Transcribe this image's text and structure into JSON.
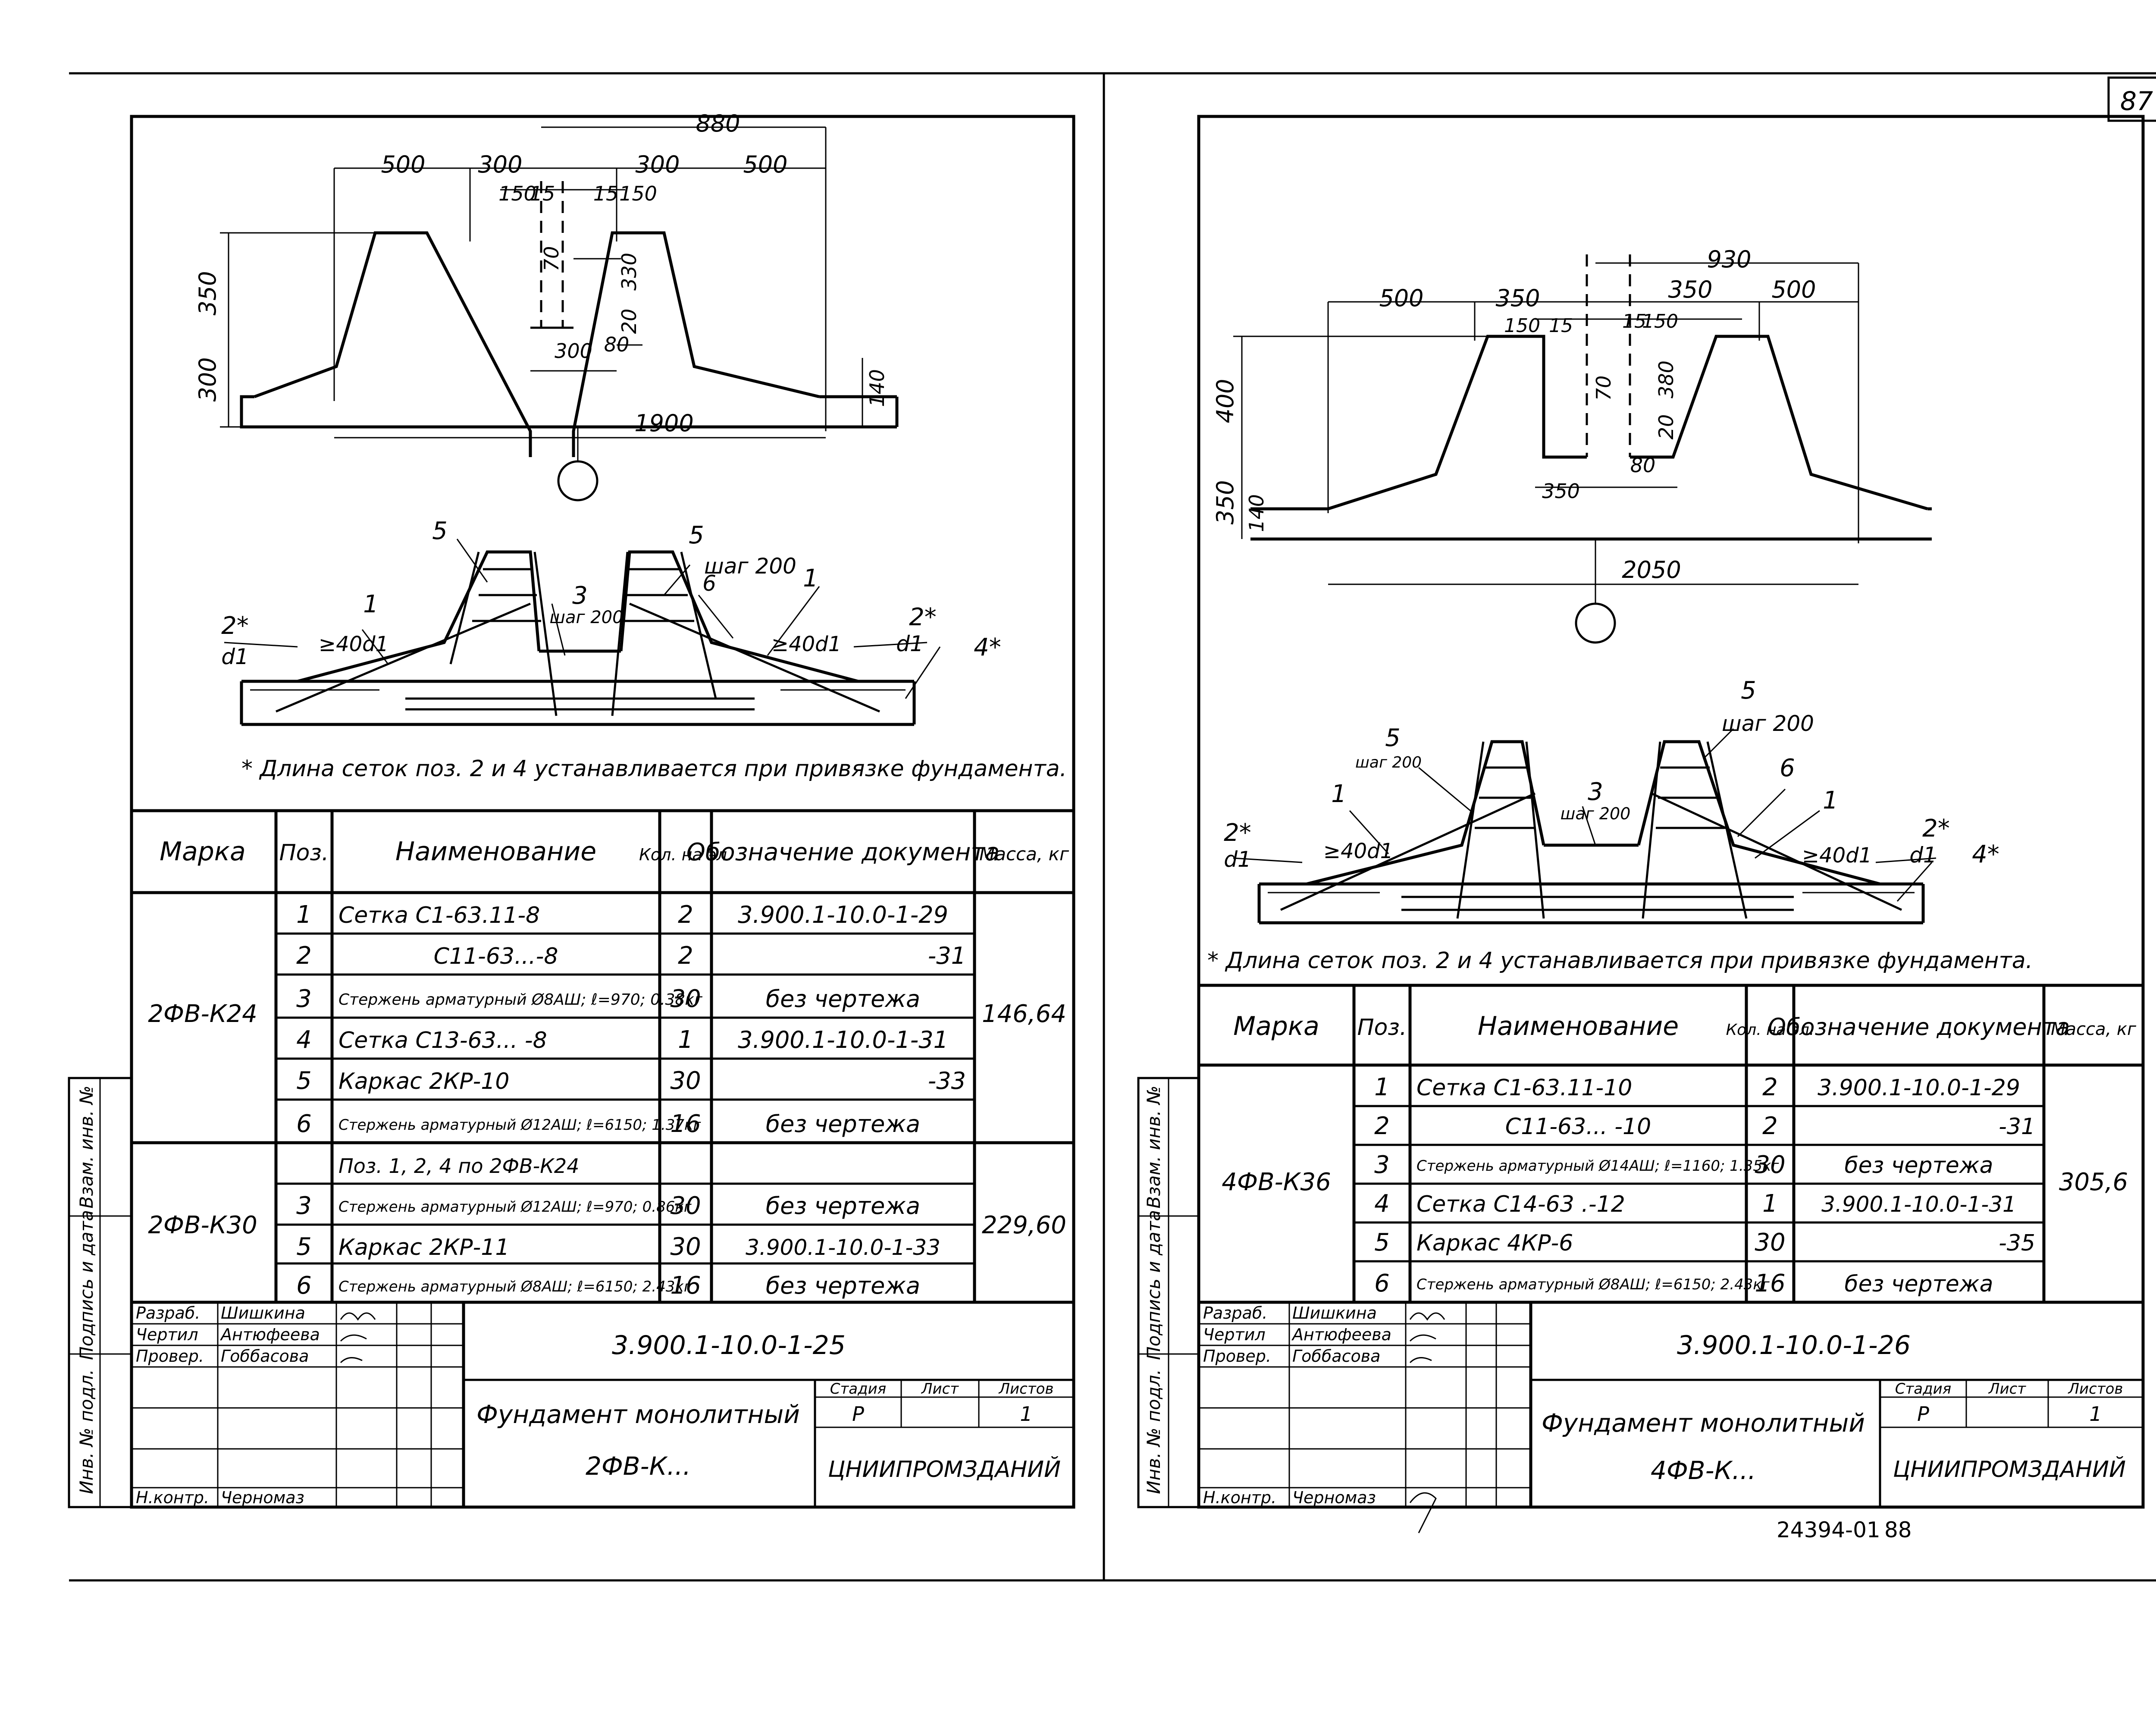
{
  "page_number": "87",
  "bottom_code": "24394-01",
  "bottom_page": "88",
  "left_sheet": {
    "dims": {
      "d880": "880",
      "d500a": "500",
      "d300a": "300",
      "d300b": "300",
      "d500b": "500",
      "d150a": "150",
      "d15a": "15",
      "d15b": "15",
      "d150b": "150",
      "d350": "350",
      "d70": "70",
      "d20": "20",
      "d330": "330",
      "d300c": "300",
      "d80": "80",
      "d300d": "300",
      "d140": "140",
      "d1900": "1900"
    },
    "rebar": {
      "p5a": "5",
      "p5b": "5",
      "p3": "3",
      "p1a": "1",
      "p1b": "1",
      "p6": "6",
      "p2a": "2*",
      "p2b": "2*",
      "p4": "4*",
      "step200a": "шаг 200",
      "step200b": "шаг 200",
      "d1a": "d1",
      "d1b": "d1",
      "lap_a": "≥40d1",
      "lap_b": "≥40d1"
    },
    "note": "* Длина сеток поз. 2 и 4 устанавливается при привязке фундамента.",
    "headers": {
      "mark": "Марка",
      "pos": "Поз.",
      "name": "Наименование",
      "qty": "Кол. на эл.",
      "doc": "Обозначение документа",
      "mass": "Масса, кг"
    },
    "rows": [
      {
        "mark": "2ФВ-К24",
        "pos": "1",
        "name": "Сетка С1-63.11-8",
        "qty": "2",
        "doc": "3.900.1-10.0-1-29",
        "mass": "146,64"
      },
      {
        "mark": "",
        "pos": "2",
        "name": "С11-63...-8",
        "qty": "2",
        "doc": "-31",
        "mass": ""
      },
      {
        "mark": "",
        "pos": "3",
        "name": "Стержень арматурный Ø8АШ; ℓ=970; 0.38кг",
        "qty": "30",
        "doc": "без чертежа",
        "mass": ""
      },
      {
        "mark": "",
        "pos": "4",
        "name": "Сетка С13-63... -8",
        "qty": "1",
        "doc": "3.900.1-10.0-1-31",
        "mass": ""
      },
      {
        "mark": "",
        "pos": "5",
        "name": "Каркас 2КР-10",
        "qty": "30",
        "doc": "-33",
        "mass": ""
      },
      {
        "mark": "",
        "pos": "6",
        "name": "Стержень арматурный Ø12АШ; ℓ=6150; 1.37кг",
        "qty": "16",
        "doc": "без чертежа",
        "mass": ""
      },
      {
        "mark": "2ФВ-К30",
        "pos": "",
        "name": "Поз. 1, 2, 4 по 2ФВ-К24",
        "qty": "",
        "doc": "",
        "mass": "229,60"
      },
      {
        "mark": "",
        "pos": "3",
        "name": "Стержень арматурный Ø12АШ; ℓ=970; 0.86кг",
        "qty": "30",
        "doc": "без чертежа",
        "mass": ""
      },
      {
        "mark": "",
        "pos": "5",
        "name": "Каркас 2КР-11",
        "qty": "30",
        "doc": "3.900.1-10.0-1-33",
        "mass": ""
      },
      {
        "mark": "",
        "pos": "6",
        "name": "Стержень арматурный Ø8АШ; ℓ=6150; 2.43кг",
        "qty": "16",
        "doc": "без чертежа",
        "mass": ""
      }
    ],
    "stamp": {
      "code": "3.900.1-10.0-1-25",
      "title1": "Фундамент монолитный",
      "title2": "2ФВ-К...",
      "stage_h": "Стадия",
      "sheet_h": "Лист",
      "sheets_h": "Листов",
      "stage": "Р",
      "sheets": "1",
      "org": "ЦНИИПРОМЗДАНИЙ",
      "roles": [
        "Разраб.",
        "Чертил",
        "Провер.",
        "",
        "",
        "Н.контр."
      ],
      "names": [
        "Шишкина",
        "Антюфеева",
        "Гоббасова",
        "",
        "",
        "Черномаз"
      ]
    },
    "margin": {
      "vzam": "Взам. инв. №",
      "sign": "Подпись и дата",
      "inv": "Инв. № подл."
    }
  },
  "right_sheet": {
    "dims": {
      "d930": "930",
      "d500a": "500",
      "d350a": "350",
      "d350b": "350",
      "d500b": "500",
      "d150a": "150",
      "d15a": "15",
      "d15b": "15",
      "d150b": "150",
      "d400": "400",
      "d70": "70",
      "d20": "20",
      "d380": "380",
      "d80": "80",
      "d350c": "350",
      "d350d": "350",
      "d140": "140",
      "d2050": "2050"
    },
    "rebar": {
      "p5a": "5",
      "p5b": "5",
      "p3": "3",
      "p1a": "1",
      "p1b": "1",
      "p6": "6",
      "p2a": "2*",
      "p2b": "2*",
      "p4": "4*",
      "step200a": "шаг 200",
      "step200b": "шаг 200",
      "step200c": "шаг 200",
      "d1a": "d1",
      "d1b": "d1",
      "lap_a": "≥40d1",
      "lap_b": "≥40d1"
    },
    "note": "* Длина сеток поз. 2 и 4 устанавливается при привязке фундамента.",
    "headers": {
      "mark": "Марка",
      "pos": "Поз.",
      "name": "Наименование",
      "qty": "Кол. на эл.",
      "doc": "Обозначение документа",
      "mass": "Масса, кг"
    },
    "rows": [
      {
        "mark": "4ФВ-К36",
        "pos": "1",
        "name": "Сетка С1-63.11-10",
        "qty": "2",
        "doc": "3.900.1-10.0-1-29",
        "mass": "305,6"
      },
      {
        "mark": "",
        "pos": "2",
        "name": "С11-63... -10",
        "qty": "2",
        "doc": "-31",
        "mass": ""
      },
      {
        "mark": "",
        "pos": "3",
        "name": "Стержень арматурный Ø14АШ; ℓ=1160; 1.35кг",
        "qty": "30",
        "doc": "без чертежа",
        "mass": ""
      },
      {
        "mark": "",
        "pos": "4",
        "name": "Сетка С14-63 .-12",
        "qty": "1",
        "doc": "3.900.1-10.0-1-31",
        "mass": ""
      },
      {
        "mark": "",
        "pos": "5",
        "name": "Каркас 4КР-6",
        "qty": "30",
        "doc": "-35",
        "mass": ""
      },
      {
        "mark": "",
        "pos": "6",
        "name": "Стержень арматурный Ø8АШ; ℓ=6150; 2.43кг",
        "qty": "16",
        "doc": "без чертежа",
        "mass": ""
      }
    ],
    "stamp": {
      "code": "3.900.1-10.0-1-26",
      "title1": "Фундамент монолитный",
      "title2": "4ФВ-К...",
      "stage_h": "Стадия",
      "sheet_h": "Лист",
      "sheets_h": "Листов",
      "stage": "Р",
      "sheets": "1",
      "org": "ЦНИИПРОМЗДАНИЙ",
      "roles": [
        "Разраб.",
        "Чертил",
        "Провер.",
        "",
        "",
        "Н.контр."
      ],
      "names": [
        "Шишкина",
        "Антюфеева",
        "Гоббасова",
        "",
        "",
        "Черномаз"
      ]
    },
    "margin": {
      "vzam": "Взам. инв. №",
      "sign": "Подпись и дата",
      "inv": "Инв. № подл."
    }
  }
}
